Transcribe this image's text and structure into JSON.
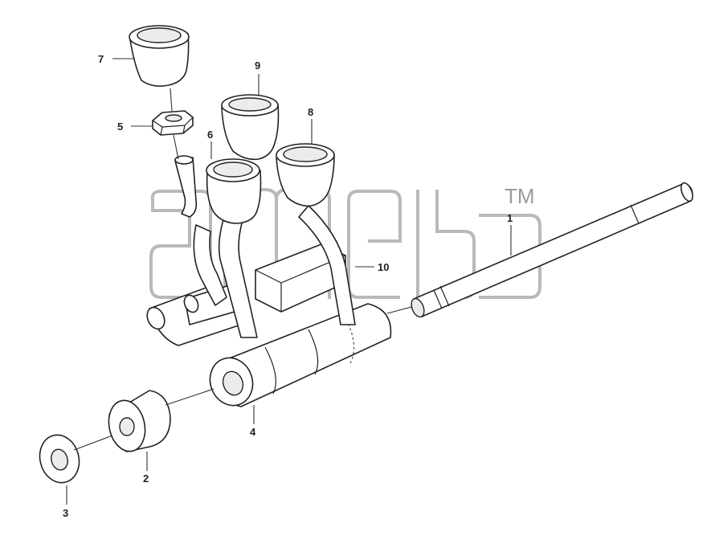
{
  "callouts": {
    "c1": "1",
    "c2": "2",
    "c3": "3",
    "c4": "4",
    "c5": "5",
    "c6": "6",
    "c7": "7",
    "c8": "8",
    "c9": "9",
    "c10": "10"
  },
  "watermark": {
    "trademark": "TM",
    "logo_text": "ameb"
  }
}
